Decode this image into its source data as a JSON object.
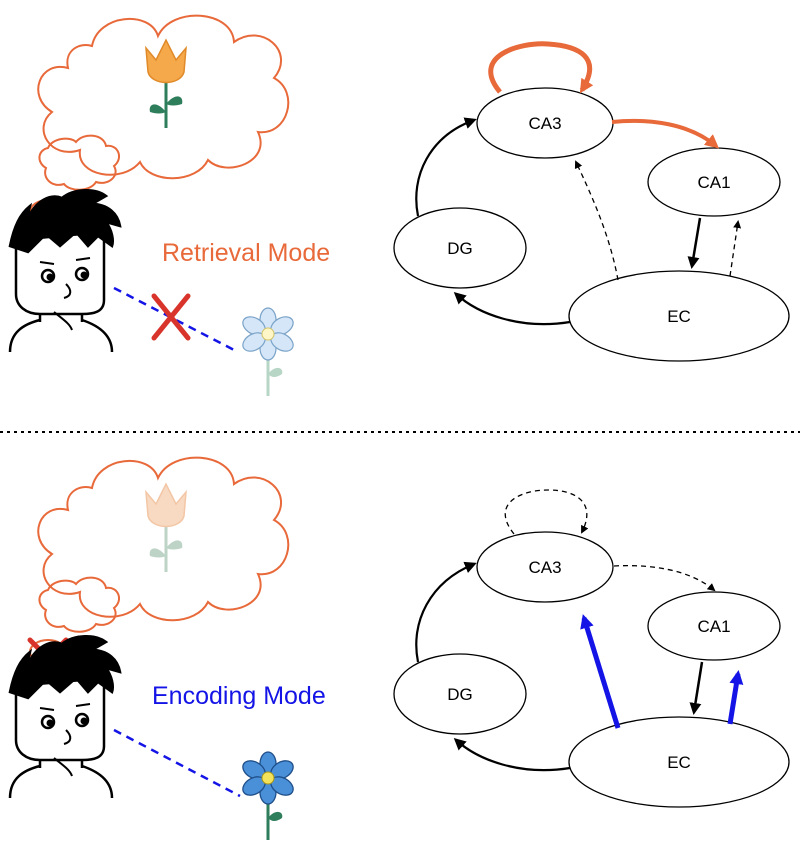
{
  "colors": {
    "retrieval": "#e8693a",
    "encoding": "#1414e6",
    "cross": "#d9342b",
    "neutral": "#000000",
    "tulip_faded": "#f8d9c2",
    "flower_light": "#d4e6f7",
    "flower_bright": "#4a90d9"
  },
  "retrieval_panel": {
    "mode_label": "Retrieval Mode",
    "nodes": {
      "ca3": "CA3",
      "ca1": "CA1",
      "dg": "DG",
      "ec": "EC"
    }
  },
  "encoding_panel": {
    "mode_label": "Encoding Mode",
    "nodes": {
      "ca3": "CA3",
      "ca1": "CA1",
      "dg": "DG",
      "ec": "EC"
    }
  },
  "icons": {
    "thought_bubble": "thought-bubble-icon",
    "tulip": "tulip-icon",
    "person": "person-icon",
    "flower": "flower-icon",
    "cross": "cross-icon"
  }
}
